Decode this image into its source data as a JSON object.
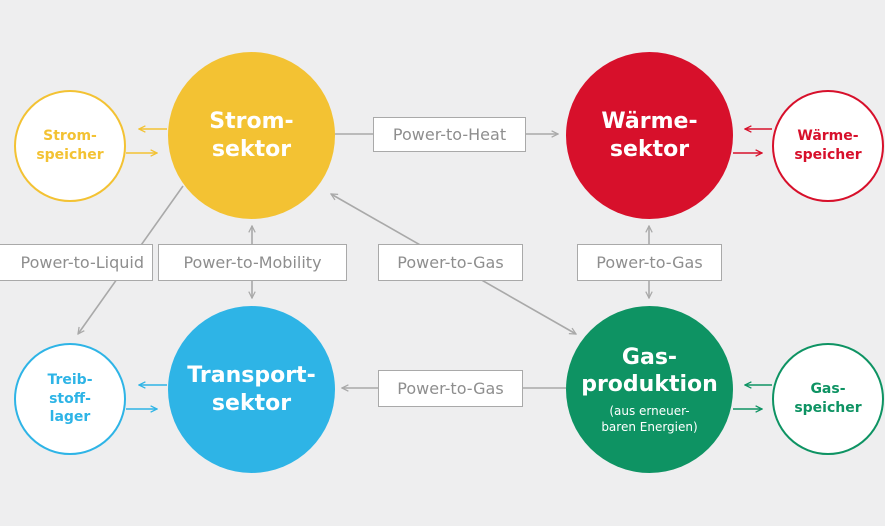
{
  "colors": {
    "strom": "#f3c233",
    "waerme": "#d7102b",
    "gas": "#0e9363",
    "transport": "#2eb4e6",
    "connector": "#a9a9a9",
    "label_text": "#8e8e8e"
  },
  "nodes": {
    "stromsektor": {
      "line1": "Strom-",
      "line2": "sektor"
    },
    "waermesektor": {
      "line1": "Wärme-",
      "line2": "sektor"
    },
    "transportsektor": {
      "line1": "Transport-",
      "line2": "sektor"
    },
    "gasproduktion": {
      "line1": "Gas-",
      "line2": "produktion",
      "note1": "(aus erneuer-",
      "note2": "baren Energien)"
    },
    "stromspeicher": {
      "line1": "Strom-",
      "line2": "speicher"
    },
    "waermespeicher": {
      "line1": "Wärme-",
      "line2": "speicher"
    },
    "treibstofflager": {
      "line1": "Treib-",
      "line2": "stoff-",
      "line3": "lager"
    },
    "gasspeicher": {
      "line1": "Gas-",
      "line2": "speicher"
    }
  },
  "connections": {
    "power_to_heat": "Power-to-Heat",
    "power_to_liquid": "Power-to-Liquid",
    "power_to_mobility": "Power-to-Mobility",
    "power_to_gas_diagonal": "Power-to-Gas",
    "power_to_gas_vertical": "Power-to-Gas",
    "power_to_gas_horizontal": "Power-to-Gas"
  }
}
